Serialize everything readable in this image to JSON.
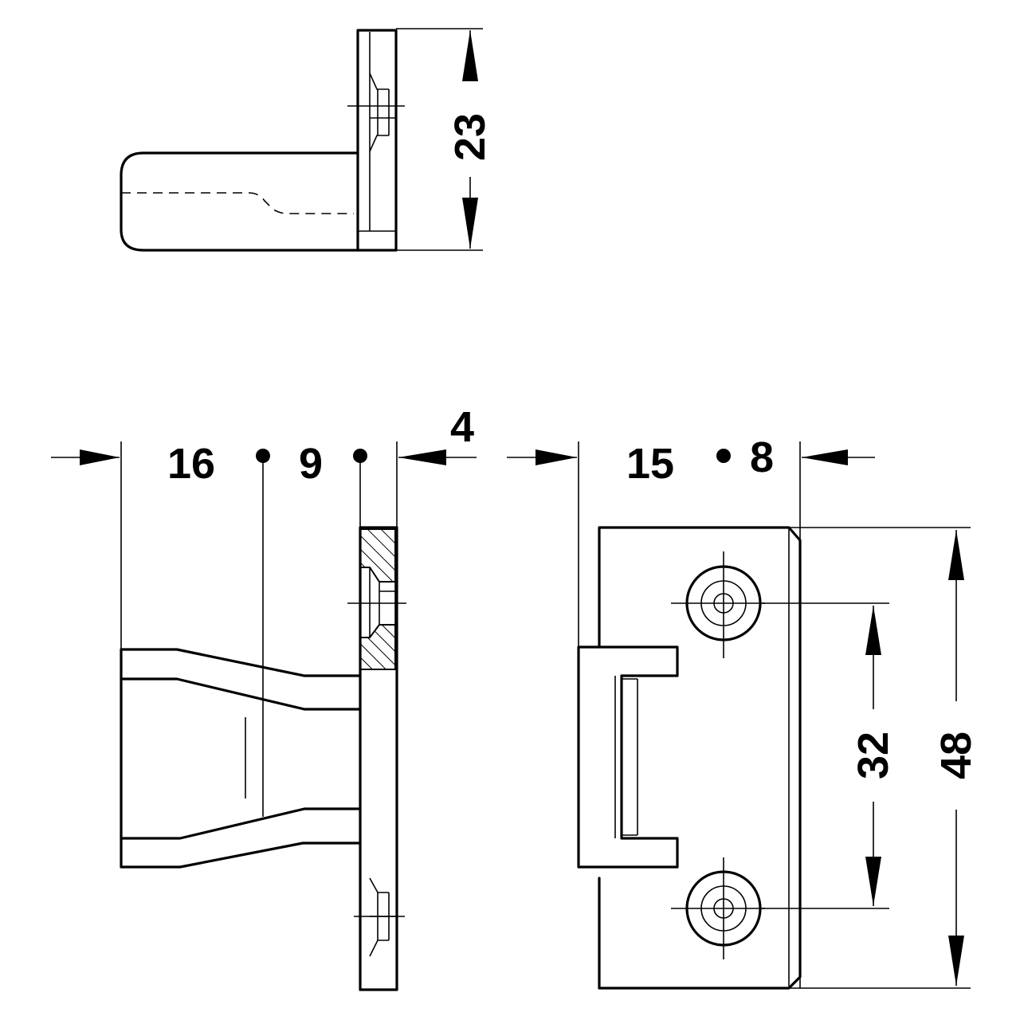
{
  "dimensions": {
    "top_view_height": "23",
    "side_view_depth_a": "16",
    "side_view_depth_b": "9",
    "side_view_plate": "4",
    "front_view_width_a": "15",
    "front_view_width_b": "8",
    "front_view_hole_spacing": "32",
    "front_view_height": "48"
  }
}
